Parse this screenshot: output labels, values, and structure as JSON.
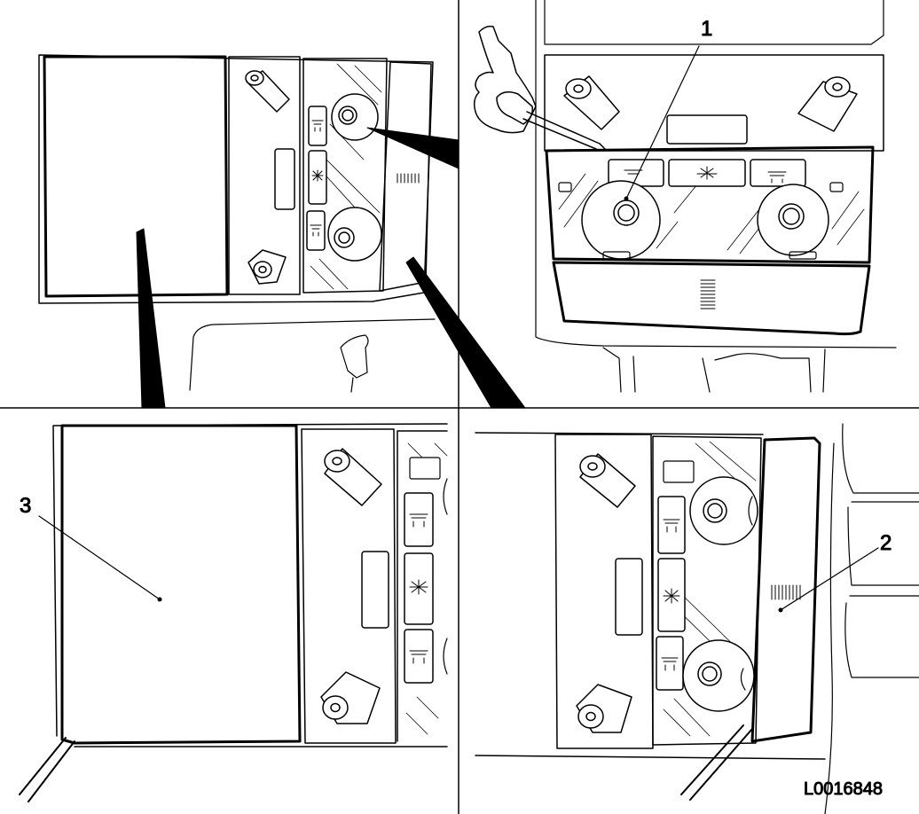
{
  "figure": {
    "reference_code": "L0016848",
    "callouts": {
      "one": "1",
      "two": "2",
      "three": "3"
    }
  }
}
